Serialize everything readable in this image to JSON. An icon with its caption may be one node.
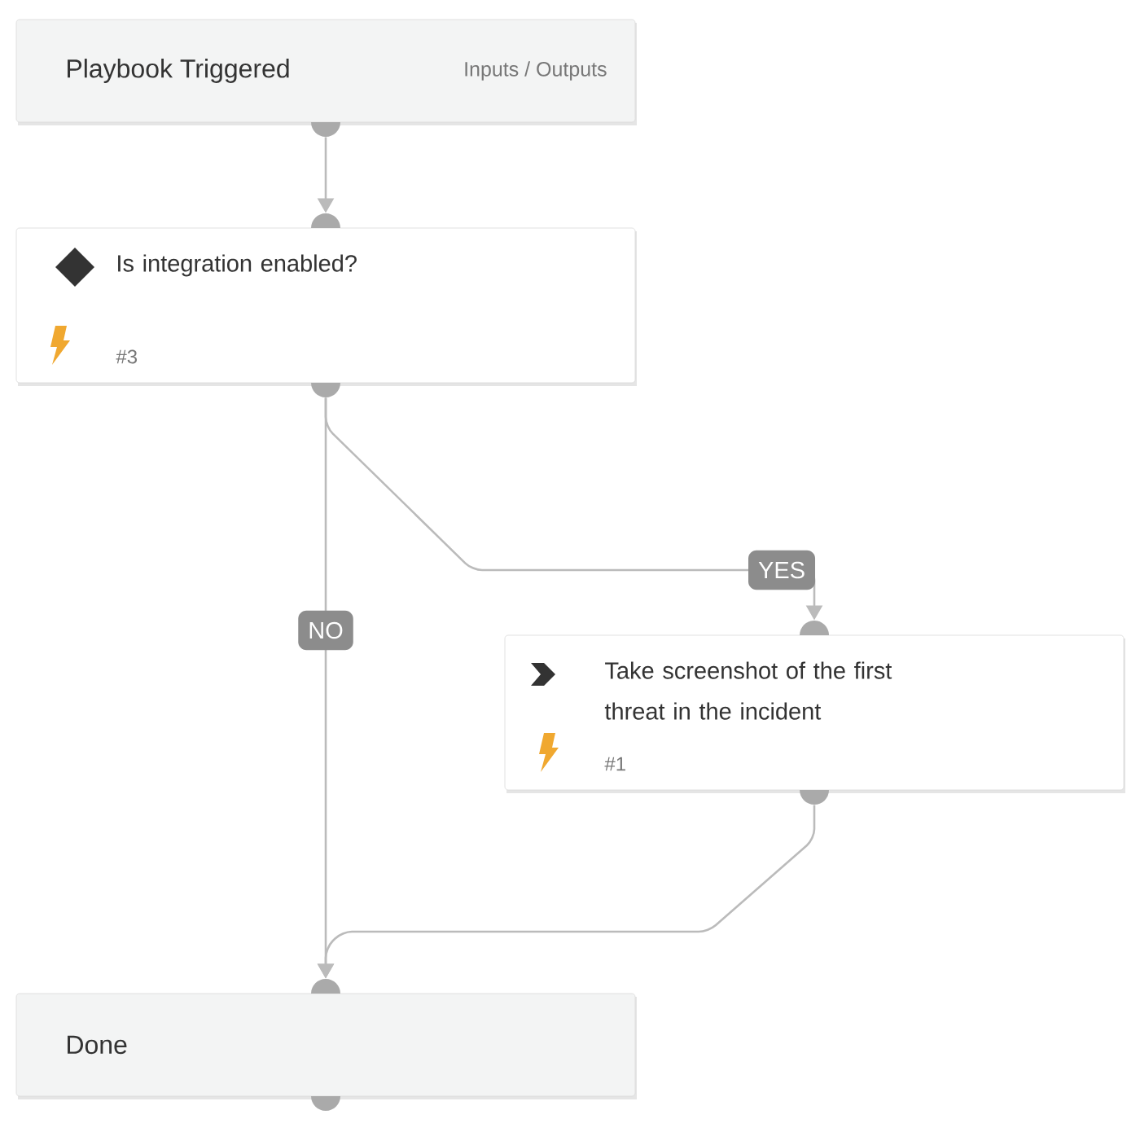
{
  "diagram": {
    "nodes": [
      {
        "text": [
          "Playbook Triggered",
          "Inputs / Outputs"
        ]
      },
      {
        "text": [
          "Is integration enabled?",
          "#3"
        ]
      },
      {
        "text": [
          "Take screenshot of the first threat in the incident",
          "#1"
        ]
      },
      {
        "text": [
          "Done"
        ]
      }
    ],
    "edges": [
      {
        "from": 0,
        "to": 1,
        "arrow": "to"
      },
      {
        "from": 1,
        "to": 2,
        "arrow": "to",
        "label": "YES"
      },
      {
        "from": 1,
        "to": 3,
        "arrow": "to",
        "label": "NO"
      },
      {
        "from": 2,
        "to": 3,
        "arrow": "to"
      }
    ]
  }
}
